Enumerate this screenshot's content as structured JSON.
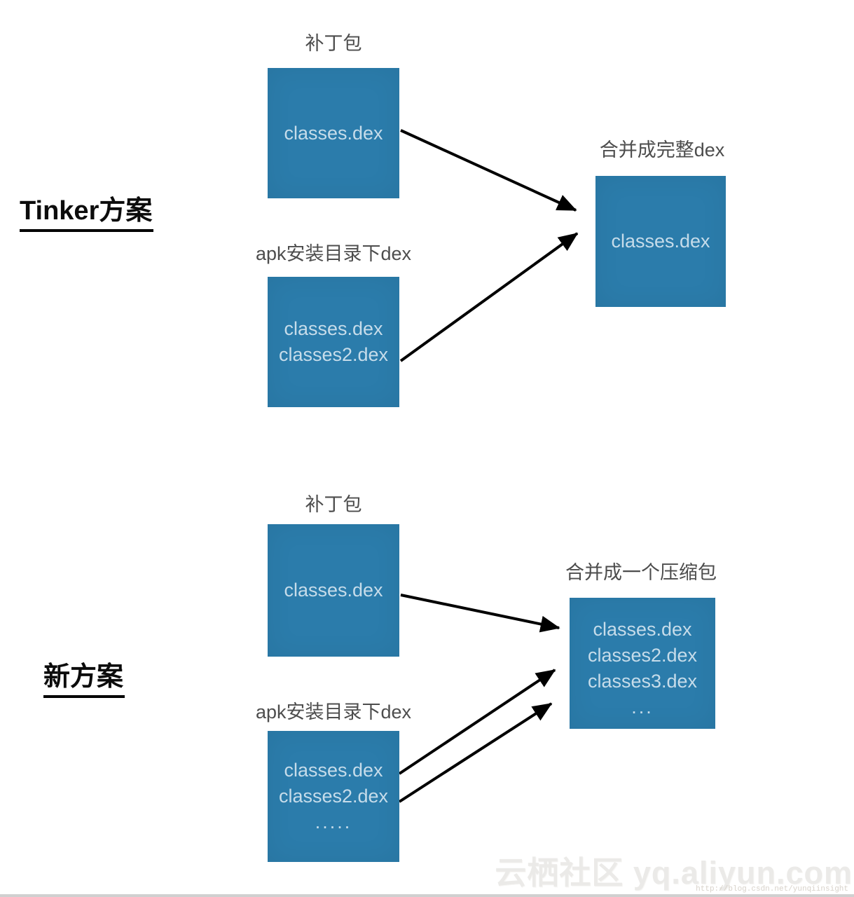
{
  "colors": {
    "box_fill": "#2b7cab",
    "box_text": "#c6dcea",
    "label_text": "#4d4d4d",
    "title_text": "#0c0c0c",
    "arrow": "#000000",
    "watermark_text": "#ebeae8",
    "watermark_url": "#d8d2ca",
    "footer_bar": "#d0d0d0"
  },
  "tinker": {
    "title": "Tinker方案",
    "patch_label": "补丁包",
    "patch_box": {
      "line1": "classes.dex"
    },
    "apk_label": "apk安装目录下dex",
    "apk_box": {
      "line1": "classes.dex",
      "line2": "classes2.dex"
    },
    "result_label": "合并成完整dex",
    "result_box": {
      "line1": "classes.dex"
    }
  },
  "new_scheme": {
    "title": "新方案",
    "patch_label": "补丁包",
    "patch_box": {
      "line1": "classes.dex"
    },
    "apk_label": "apk安装目录下dex",
    "apk_box": {
      "line1": "classes.dex",
      "line2": "classes2.dex",
      "line3": "....."
    },
    "result_label": "合并成一个压缩包",
    "result_box": {
      "line1": "classes.dex",
      "line2": "classes2.dex",
      "line3": "classes3.dex",
      "line4": "..."
    }
  },
  "watermark": {
    "text": "云栖社区 yq.aliyun.com",
    "url": "http://blog.csdn.net/yunqiinsight"
  }
}
